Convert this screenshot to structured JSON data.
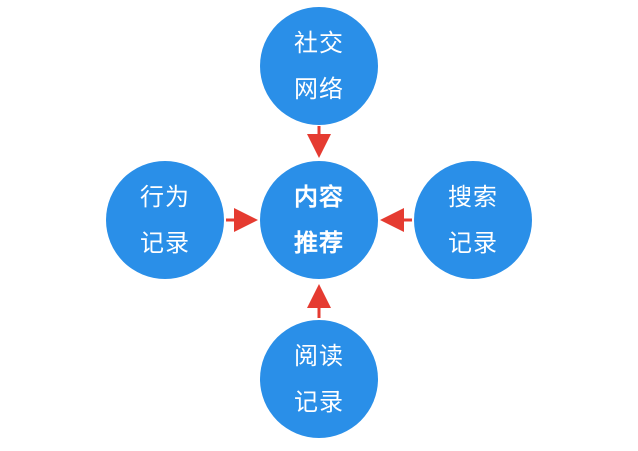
{
  "colors": {
    "node_fill": "#2a8fe8",
    "arrow": "#e53b31",
    "text": "#ffffff"
  },
  "center": {
    "line1": "内容",
    "line2": "推荐"
  },
  "top": {
    "line1": "社交",
    "line2": "网络"
  },
  "left": {
    "line1": "行为",
    "line2": "记录"
  },
  "right": {
    "line1": "搜索",
    "line2": "记录"
  },
  "bottom": {
    "line1": "阅读",
    "line2": "记录"
  }
}
